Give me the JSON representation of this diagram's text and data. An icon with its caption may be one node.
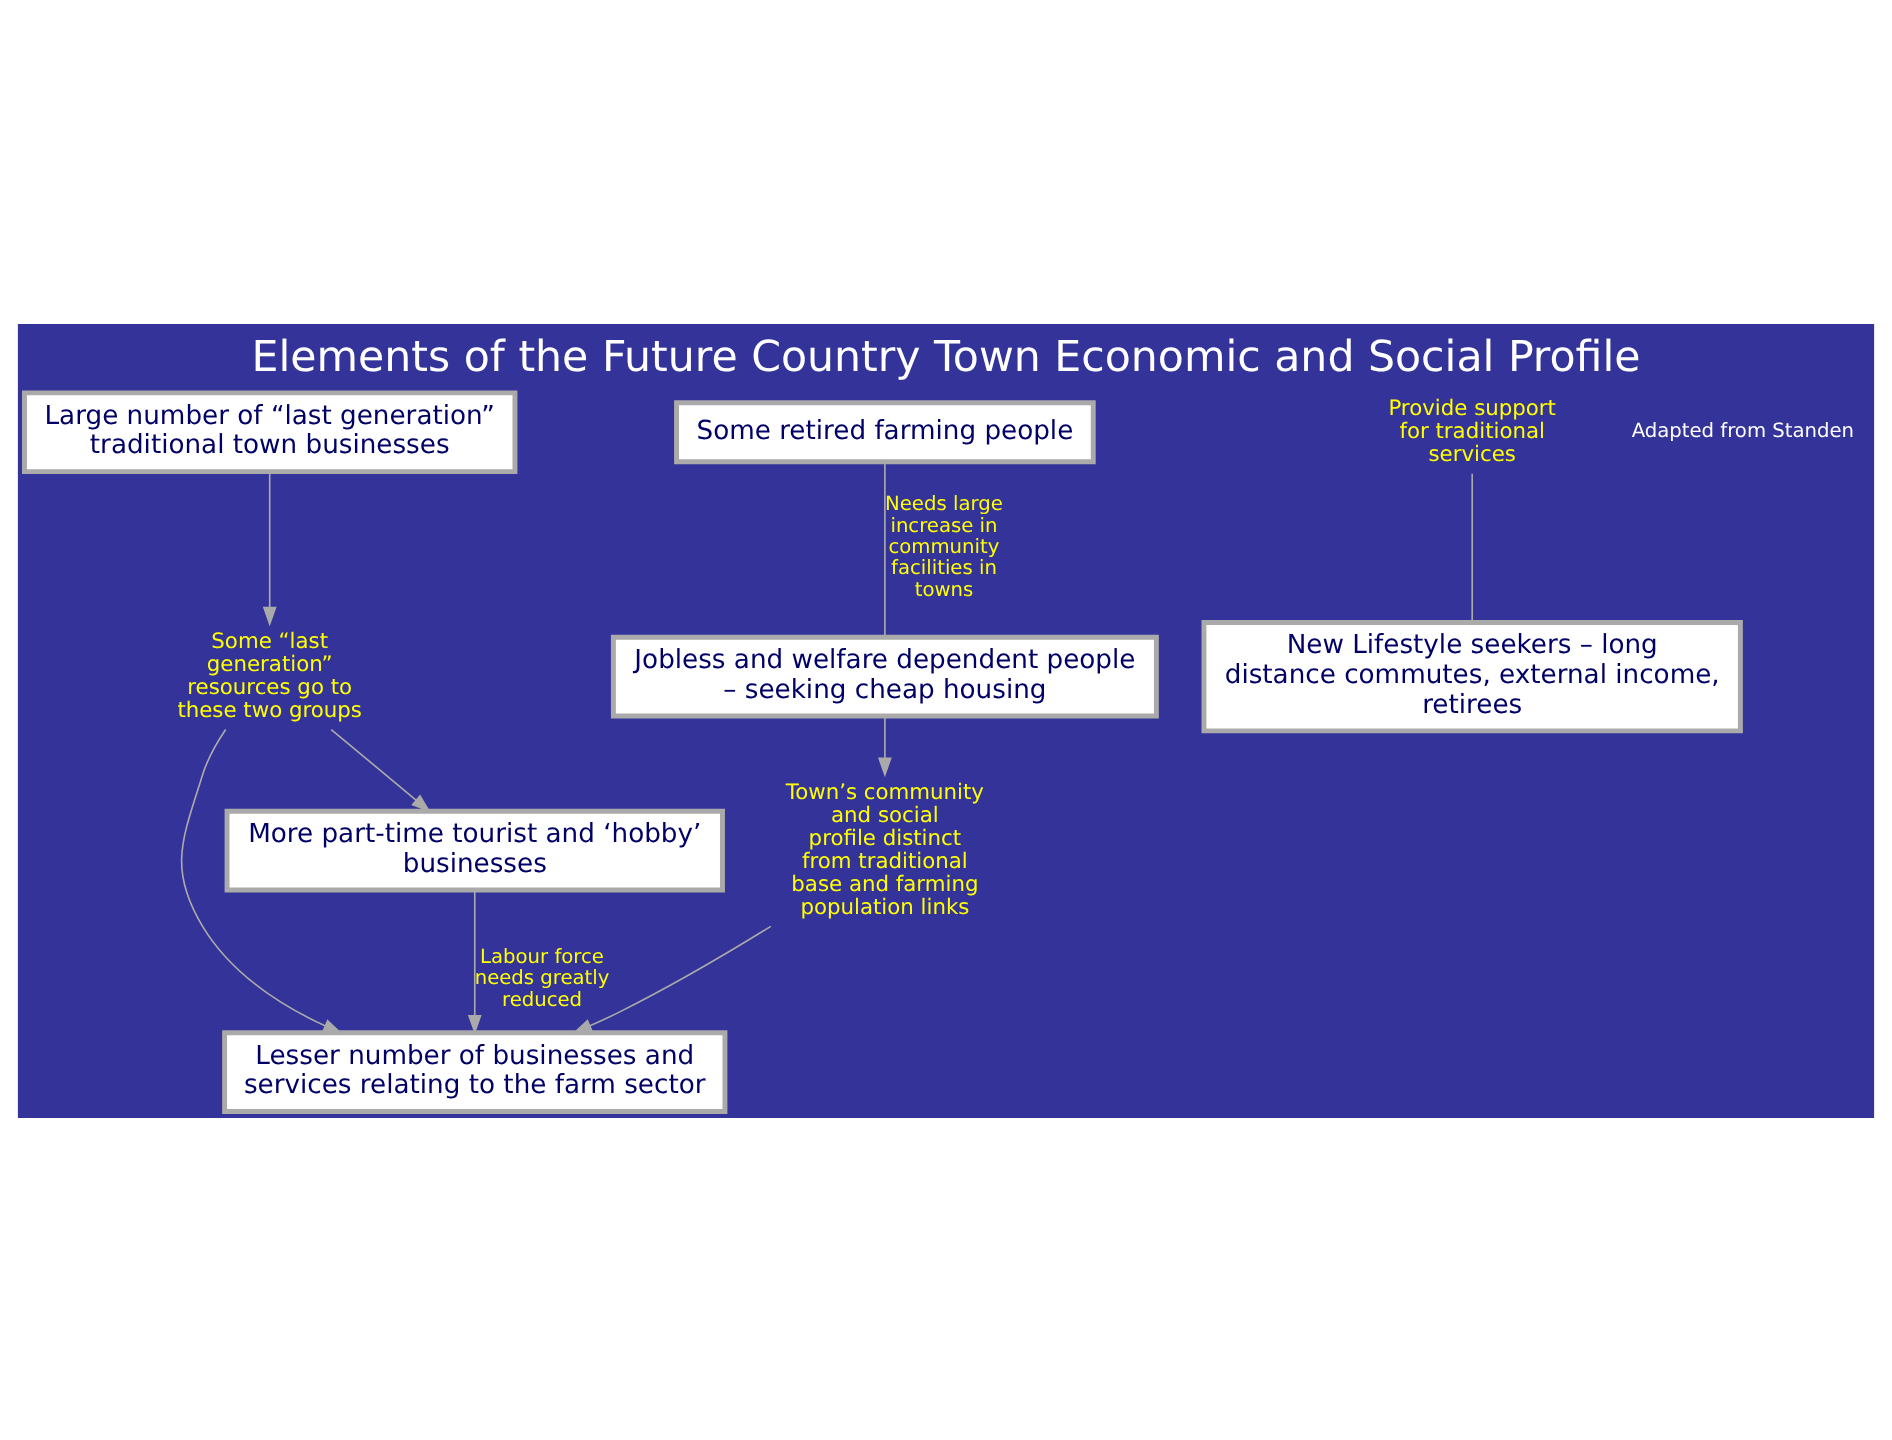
{
  "diagram": {
    "title": "Elements of the Future Country Town Economic and Social Profile",
    "nodes": [
      {
        "text": [
          "Lesser number of businesses and services relating to the farm sector"
        ]
      },
      {
        "text": [
          "More part-time tourist and ‘hobby’ businesses"
        ]
      },
      {
        "text": [
          "Large number of “last generation” traditional town businesses"
        ]
      },
      {
        "text": [
          "New Lifestyle seekers – long distance commutes, external income, retirees"
        ]
      },
      {
        "text": [
          "Some retired farming people"
        ]
      },
      {
        "text": [
          "Jobless and welfare dependent people – seeking cheap housing"
        ]
      },
      {
        "text": [
          "Provide support for traditional services"
        ]
      },
      {
        "text": [
          "Some “last generation” resources go to these two groups"
        ]
      },
      {
        "text": [
          "Town’s community and social profile distinct from traditional base and farming population links"
        ]
      }
    ],
    "edges": [
      {
        "from": 1,
        "to": 0,
        "arrow": "to",
        "label": "Labour force needs greatly reduced"
      },
      {
        "from": 6,
        "to": 3,
        "arrow": "none"
      },
      {
        "from": 4,
        "to": 5,
        "arrow": "none",
        "label": "Needs large increase in community facilities in towns"
      },
      {
        "from": 7,
        "to": 0,
        "arrow": "to"
      },
      {
        "from": 7,
        "to": 1,
        "arrow": "to"
      },
      {
        "from": 2,
        "to": 7,
        "arrow": "to"
      },
      {
        "from": 8,
        "to": 0,
        "arrow": "to"
      },
      {
        "from": 5,
        "to": 8,
        "arrow": "to"
      }
    ],
    "labels": [
      "Adapted from Standen"
    ]
  }
}
